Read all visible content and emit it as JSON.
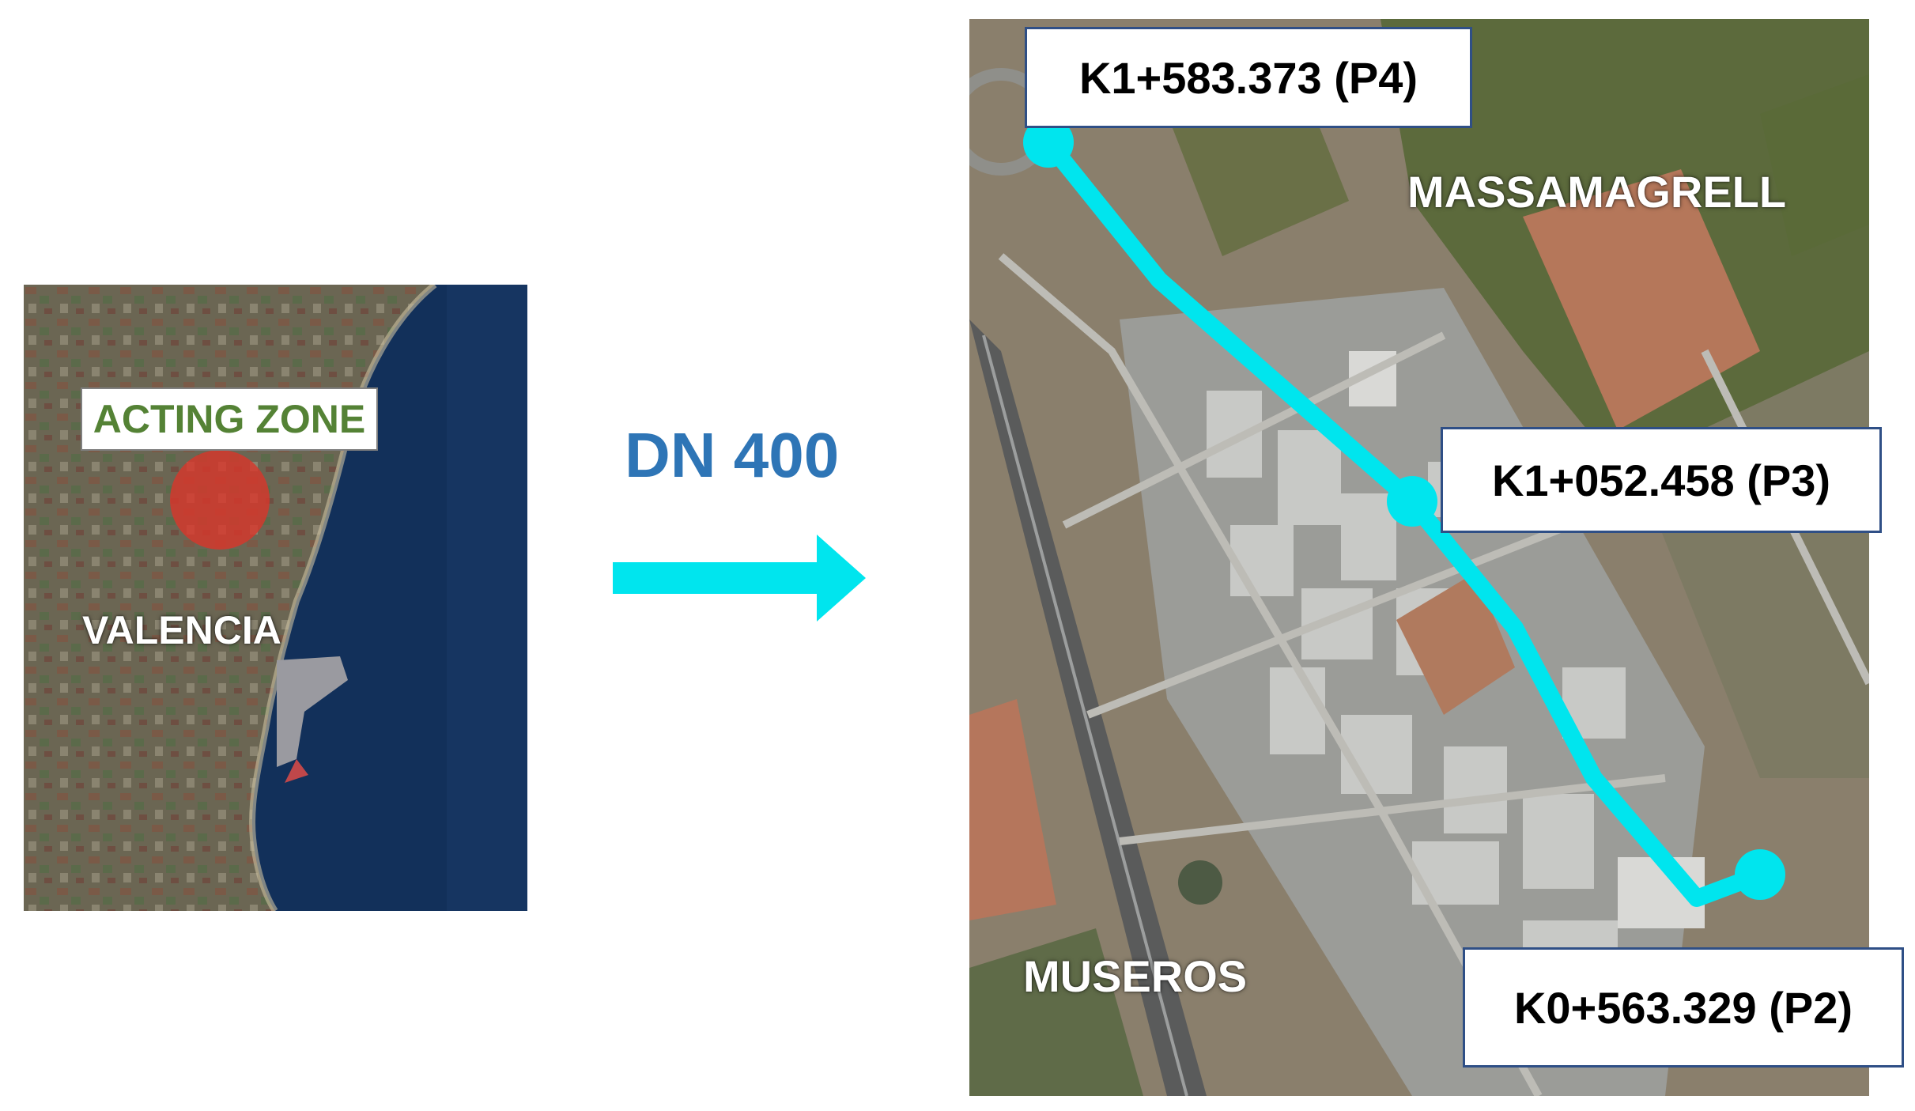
{
  "overview_map": {
    "zone_label": "ACTING ZONE",
    "city_label": "VALENCIA",
    "zone_color": "#d9362b",
    "sea_color": "#12305a",
    "land_color": "#6f6a55"
  },
  "pipe": {
    "label": "DN 400",
    "label_color": "#2e75b6",
    "arrow_icon": "right-arrow-icon",
    "route_color": "#00e5ee"
  },
  "detail_map": {
    "towns": [
      "MASSAMAGRELL",
      "MUSEROS"
    ],
    "points": [
      {
        "id": "P4",
        "label": "K1+583.373 (P4)"
      },
      {
        "id": "P3",
        "label": "K1+052.458 (P3)"
      },
      {
        "id": "P2",
        "label": "K0+563.329 (P2)"
      }
    ]
  }
}
